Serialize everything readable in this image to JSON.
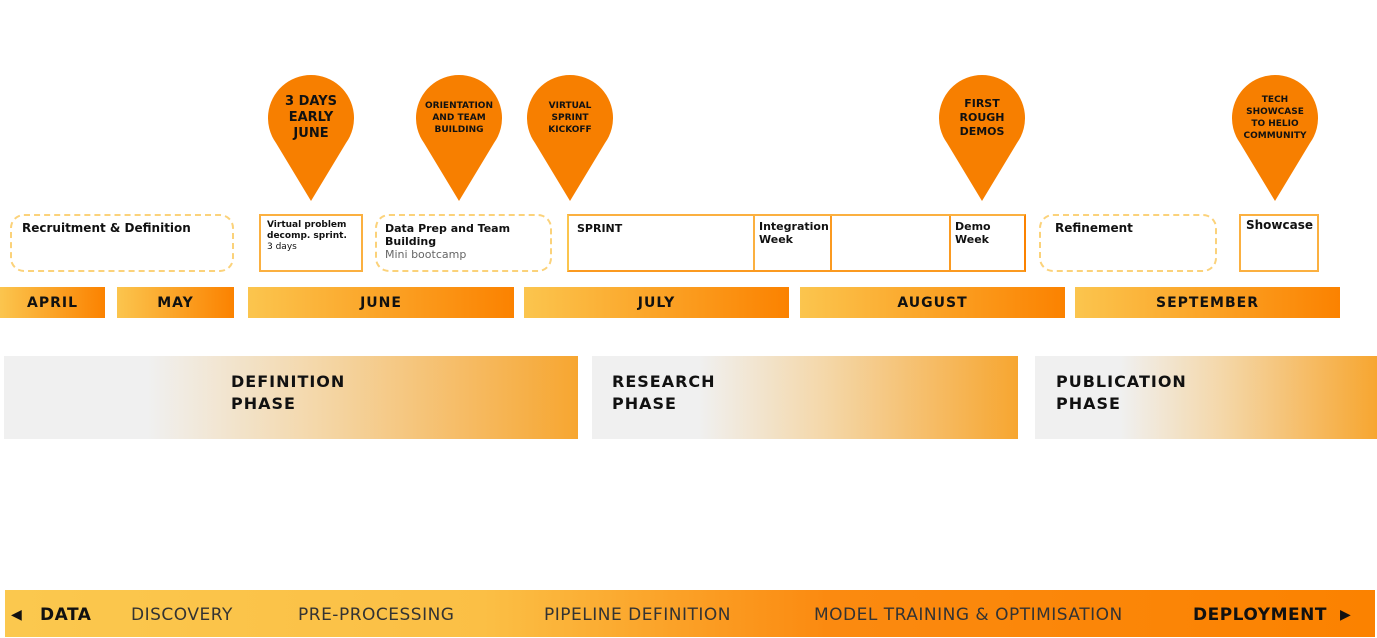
{
  "pins": [
    {
      "lines": [
        "3 DAYS",
        "EARLY",
        "JUNE"
      ]
    },
    {
      "lines": [
        "ORIENTATION",
        "AND TEAM",
        "BUILDING"
      ]
    },
    {
      "lines": [
        "VIRTUAL",
        "SPRINT",
        "KICKOFF"
      ]
    },
    {
      "lines": [
        "FIRST",
        "ROUGH",
        "DEMOS"
      ]
    },
    {
      "lines": [
        "TECH",
        "SHOWCASE",
        "TO HELIO",
        "COMMUNITY"
      ]
    }
  ],
  "boxes": {
    "recruitment": "Recruitment & Definition",
    "virtual": "Virtual problem decomp. sprint.",
    "virtual_sub": "3 days",
    "dataprep": "Data Prep and Team Building",
    "dataprep_sub": "Mini bootcamp",
    "sprint": "SPRINT",
    "integration": "Integration Week",
    "demo": "Demo Week",
    "refinement": "Refinement",
    "showcase": "Showcase"
  },
  "months": [
    "APRIL",
    "MAY",
    "JUNE",
    "JULY",
    "AUGUST",
    "SEPTEMBER"
  ],
  "phases": [
    "DEFINITION\nPHASE",
    "RESEARCH\nPHASE",
    "PUBLICATION\nPHASE"
  ],
  "bottom": {
    "start": "DATA",
    "steps": [
      "DISCOVERY",
      "PRE-PROCESSING",
      "PIPELINE DEFINITION",
      "MODEL TRAINING & OPTIMISATION"
    ],
    "end": "DEPLOYMENT"
  },
  "colors": {
    "accent": "#f77f00"
  }
}
